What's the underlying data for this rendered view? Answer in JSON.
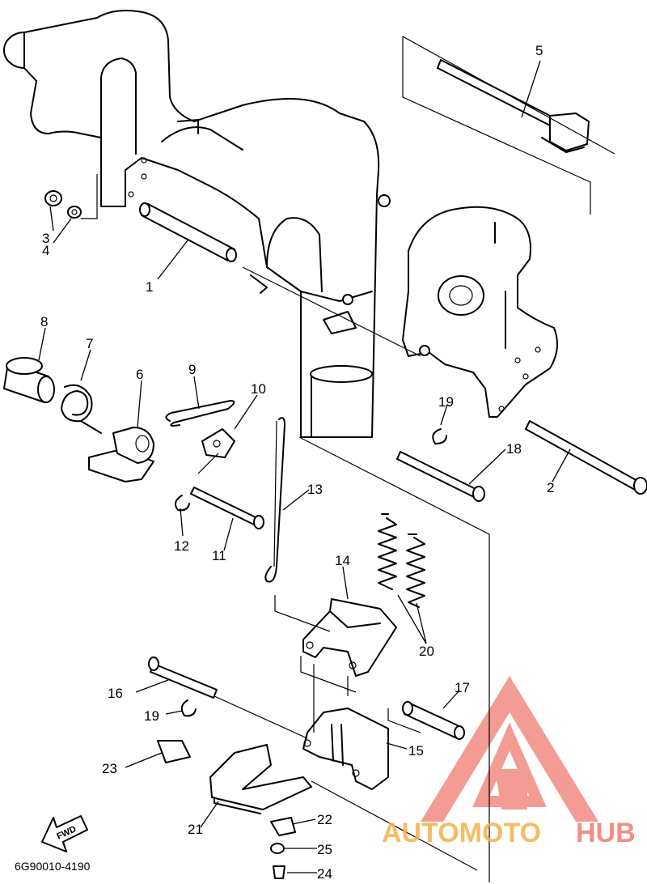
{
  "diagram": {
    "code": "6G90010-4190",
    "direction_label": "FWD",
    "parts": [
      {
        "num": "1"
      },
      {
        "num": "2"
      },
      {
        "num": "3"
      },
      {
        "num": "4"
      },
      {
        "num": "5"
      },
      {
        "num": "6"
      },
      {
        "num": "7"
      },
      {
        "num": "8"
      },
      {
        "num": "9"
      },
      {
        "num": "10"
      },
      {
        "num": "11"
      },
      {
        "num": "12"
      },
      {
        "num": "13"
      },
      {
        "num": "14"
      },
      {
        "num": "15"
      },
      {
        "num": "16"
      },
      {
        "num": "17"
      },
      {
        "num": "18"
      },
      {
        "num": "19"
      },
      {
        "num": "19"
      },
      {
        "num": "20"
      },
      {
        "num": "21"
      },
      {
        "num": "22"
      },
      {
        "num": "23"
      },
      {
        "num": "24"
      },
      {
        "num": "25"
      }
    ]
  },
  "watermark": {
    "part1": "AUTOMOTO",
    "part2": "HUB",
    "color_main": "#f07c70",
    "color_accent": "#f5b14a"
  }
}
